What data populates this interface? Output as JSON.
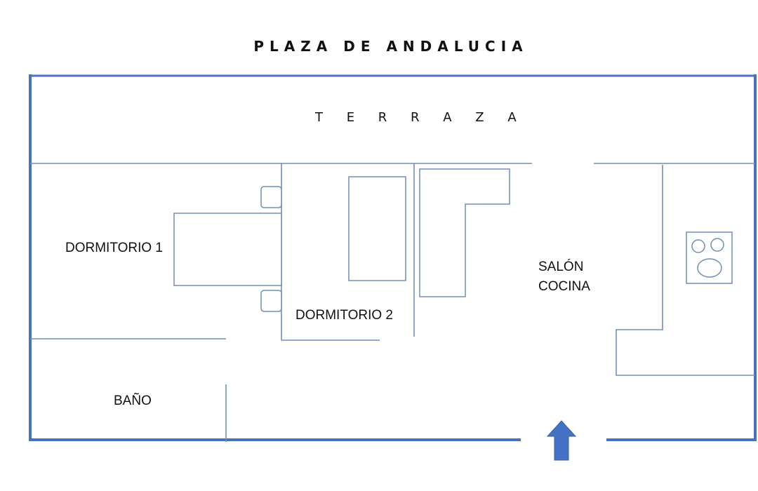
{
  "title": "PLAZA DE ANDALUCIA",
  "rooms": {
    "terraza": "T E R R A Z A",
    "dormitorio_1": "DORMITORIO 1",
    "dormitorio_2": "DORMITORIO 2",
    "bano": "BAÑO",
    "salon": "SALÓN",
    "cocina": "COCINA"
  },
  "colors": {
    "outer_wall": "#4a72b8",
    "inner_wall": "#6f8fb6",
    "arrow": "#4472c4",
    "text": "#111111"
  },
  "icons": {
    "entrance": "arrow-up-icon",
    "stove": "stove-icon"
  }
}
